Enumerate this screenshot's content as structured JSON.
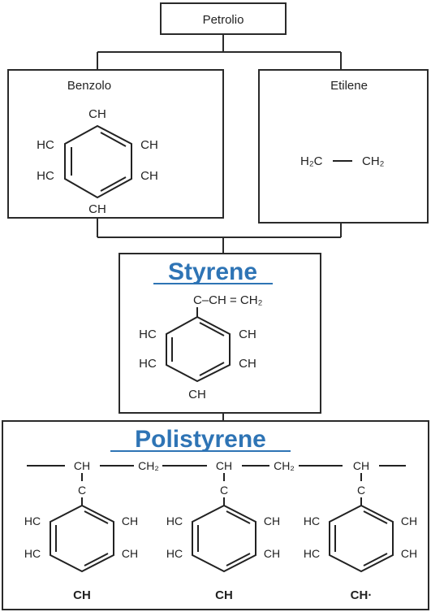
{
  "colors": {
    "heading": "#2e74b5",
    "line": "#2a2a2a"
  },
  "top": {
    "label": "Petrolio"
  },
  "benzene": {
    "label": "Benzolo",
    "atoms": [
      "CH",
      "HC",
      "CH",
      "HC",
      "CH",
      "CH"
    ]
  },
  "ethylene": {
    "label": "Etilene",
    "left": "H₂C",
    "bond": "—",
    "right": "CH₂"
  },
  "styrene": {
    "heading": "Styrene",
    "chain": "C–CH = CH₂",
    "atoms": [
      "HC",
      "CH",
      "HC",
      "CH",
      "CH"
    ]
  },
  "polystyrene": {
    "heading": "Polistyrene",
    "chain": [
      "CH",
      "CH₂",
      "CH",
      "CH₂",
      "CH"
    ],
    "linker": "C",
    "ring_left": [
      "HC",
      "HC"
    ],
    "ring_right": [
      "CH",
      "CH"
    ],
    "bottom": [
      "CH",
      "CH",
      "CH·"
    ]
  }
}
